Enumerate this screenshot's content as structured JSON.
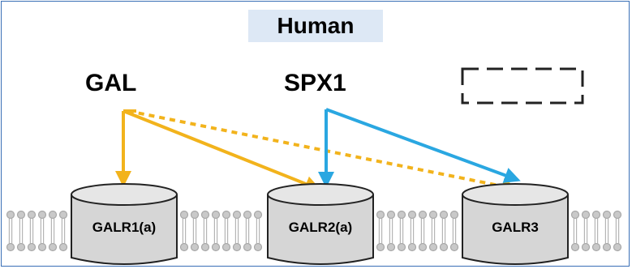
{
  "title": "Human",
  "ligands": {
    "gal": "GAL",
    "spx1": "SPX1"
  },
  "receptors": {
    "galr1": "GALR1(a)",
    "galr2": "GALR2(a)",
    "galr3": "GALR3"
  },
  "colors": {
    "gal_arrow": "#f2b31c",
    "spx1_arrow": "#2aa7e1",
    "title_bg": "#dde8f5",
    "frame": "#3a6fb6",
    "receptor_fill": "#d9d9d9",
    "membrane": "#b0b0b0"
  }
}
